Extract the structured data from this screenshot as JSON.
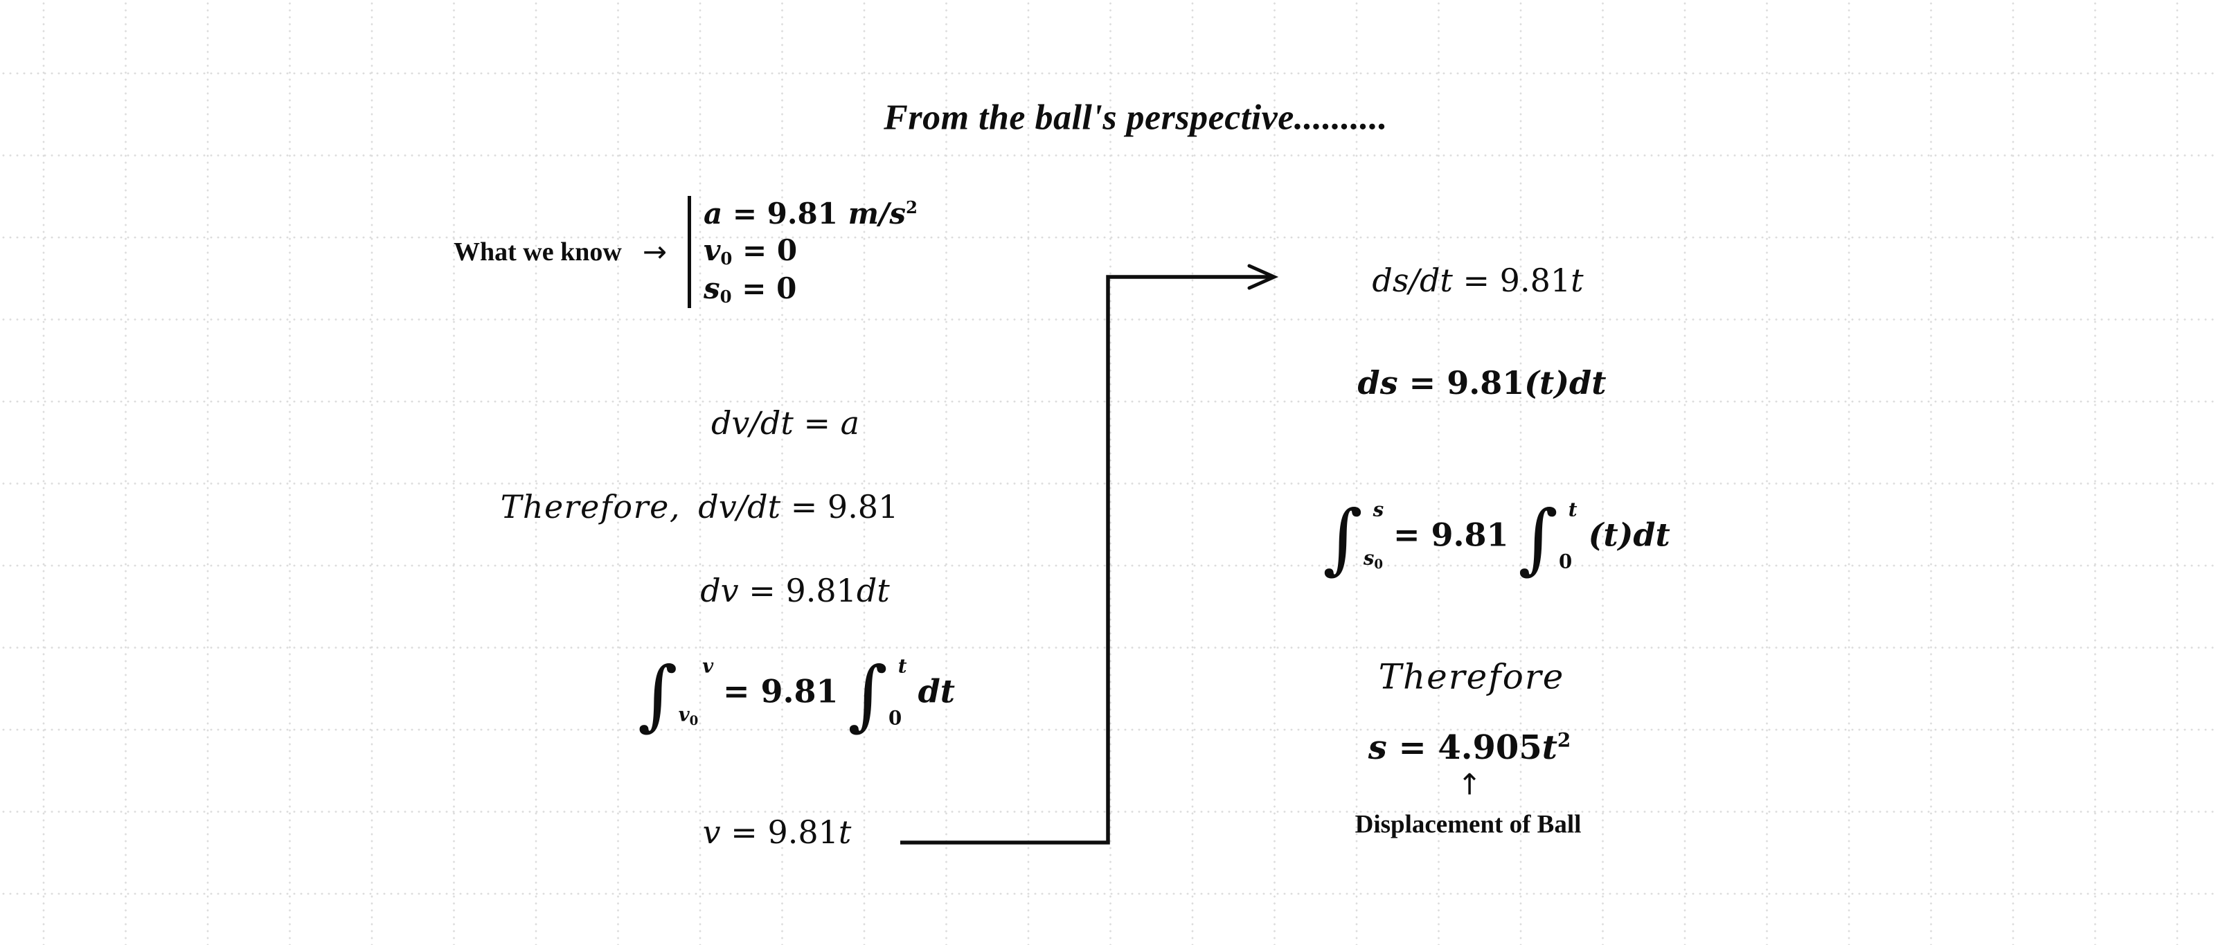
{
  "canvas": {
    "background": "#ffffff",
    "grid_dot_color": "#dcdcdc",
    "ink_color": "#0e0e0e"
  },
  "title": "From the ball's perspective..........",
  "known": {
    "label": "What we know",
    "arrow_icon": "→",
    "acceleration": {
      "var": "a",
      "rel": " = ",
      "value": "9.81 ",
      "unit": "m/s",
      "unit_exp": "2"
    },
    "initial_velocity": {
      "var": "v",
      "idx": "0",
      "rel": " = ",
      "value": "0"
    },
    "initial_position": {
      "var": "s",
      "idx": "0",
      "rel": " = ",
      "value": "0"
    }
  },
  "left": {
    "rate_eq": {
      "lhs": "dv/dt",
      "rel": " = ",
      "rhs": "a"
    },
    "therefore_eq": {
      "prefix": "Therefore,",
      "lhs": "dv/dt",
      "rel": " = ",
      "value": "9.81"
    },
    "separated_eq": {
      "lhs": "dv",
      "rel": " = ",
      "value": "9.81",
      "diff": "dt"
    },
    "integral_eq": {
      "int": "∫",
      "upper": "v",
      "lower_var": "v",
      "lower_idx": "0",
      "middle": "= 9.81",
      "int2": "∫",
      "upper2": "t",
      "lower2": "0",
      "diff": "dt"
    },
    "result_eq": {
      "lhs": "v",
      "rel": " = ",
      "value": "9.81",
      "var": "t"
    }
  },
  "right": {
    "rate_eq": {
      "lhs": "ds/dt",
      "rel": " = ",
      "value": "9.81",
      "var": "t"
    },
    "separated_eq": {
      "lhs": "ds",
      "rel": " = ",
      "value": "9.81",
      "factor": "(t)",
      "diff": "dt"
    },
    "integral_eq": {
      "int": "∫",
      "upper": "s",
      "lower_var": "s",
      "lower_idx": "0",
      "middle": "= 9.81",
      "int2": "∫",
      "upper2": "t",
      "lower2": "0",
      "tail": "(t)dt"
    },
    "therefore_word": "Therefore",
    "result_eq": {
      "lhs": "s",
      "rel": " = ",
      "value": "4.905",
      "var": "t",
      "exp": "2"
    },
    "pointer_icon": "↑",
    "caption": "Displacement of Ball"
  }
}
